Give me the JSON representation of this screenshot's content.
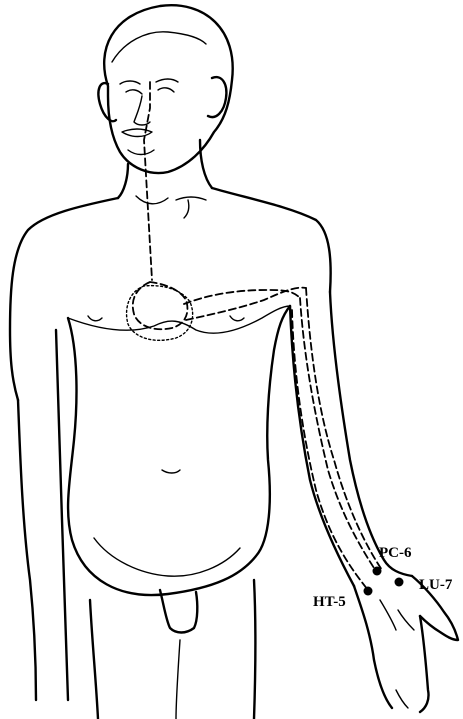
{
  "points": [
    {
      "id": "pc6",
      "label": "PC-6"
    },
    {
      "id": "ht5",
      "label": "HT-5"
    },
    {
      "id": "lu7",
      "label": "LU-7"
    }
  ],
  "colors": {
    "ink": "#000000",
    "background": "#ffffff"
  }
}
